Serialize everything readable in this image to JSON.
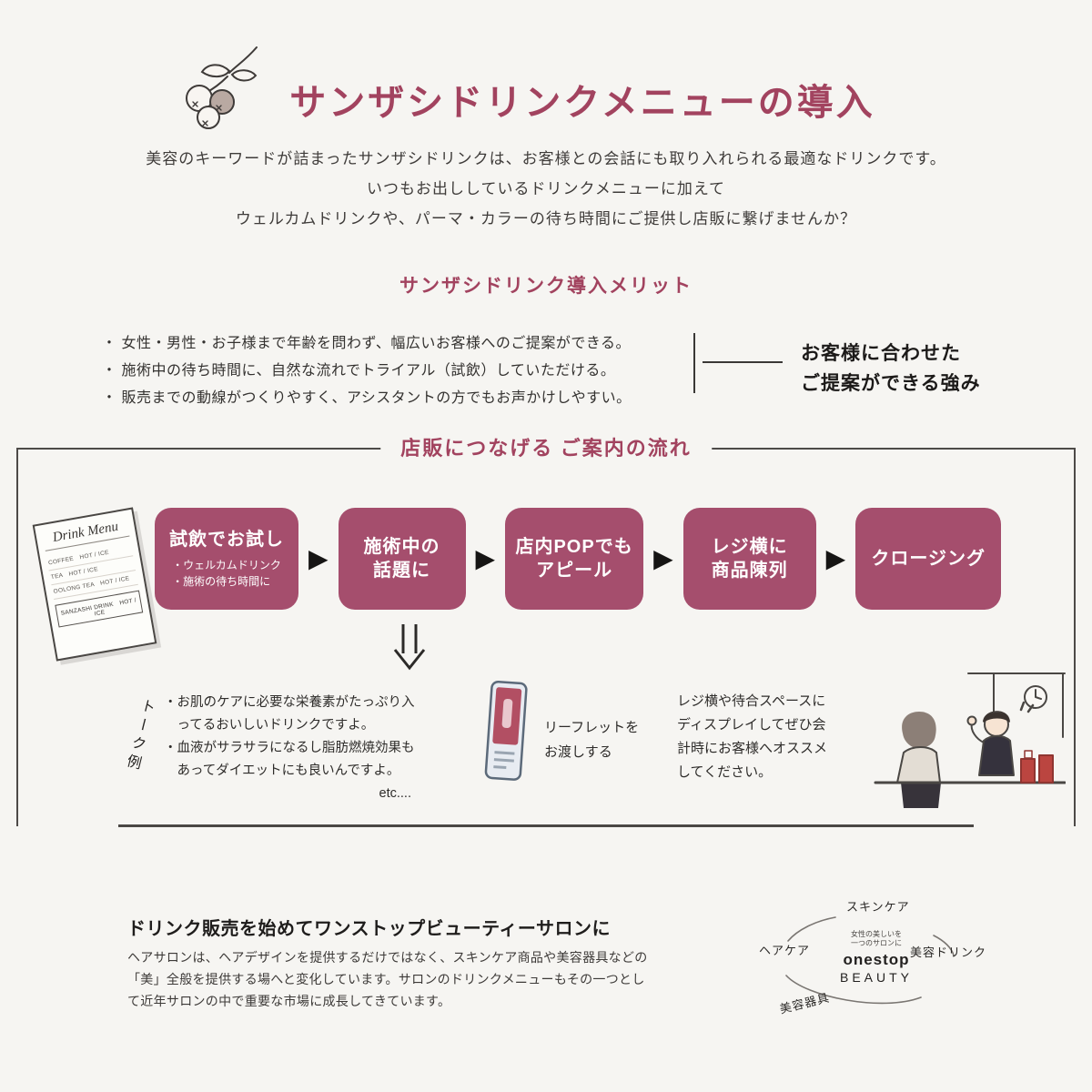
{
  "colors": {
    "bg": "#f6f5f2",
    "accent": "#a2435f",
    "box": "#a54e6d",
    "ink": "#33302e",
    "line": "#4d4a48"
  },
  "header": {
    "title": "サンザシドリンクメニューの導入",
    "intro_lines": [
      "美容のキーワードが詰まったサンザシドリンクは、お客様との会話にも取り入れられる最適なドリンクです。",
      "いつもお出ししているドリンクメニューに加えて",
      "ウェルカムドリンクや、パーマ・カラーの待ち時間にご提供し店販に繋げませんか？"
    ]
  },
  "merit": {
    "heading": "サンザシドリンク導入メリット",
    "bullets": [
      "・ 女性・男性・お子様まで年齢を問わず、幅広いお客様へのご提案ができる。",
      "・ 施術中の待ち時間に、自然な流れでトライアル（試飲）していただける。",
      "・ 販売までの動線がつくりやすく、アシスタントの方でもお声かけしやすい。"
    ],
    "strength_lines": [
      "お客様に合わせた",
      "ご提案ができる強み"
    ]
  },
  "flow": {
    "heading": "店販につなげる ご案内の流れ",
    "arrow_glyph": "▶",
    "menu_card": {
      "title": "Drink Menu",
      "items": [
        "COFFEE　HOT / ICE",
        "TEA　HOT / ICE",
        "OOLONG TEA　HOT / ICE"
      ],
      "highlight": "SANZASHI DRINK　HOT / ICE"
    },
    "steps": [
      {
        "line1": "試飲でお試し",
        "sub1": "・ウェルカムドリンク",
        "sub2": "・施術の待ち時間に"
      },
      {
        "line1": "施術中の",
        "line2": "話題に"
      },
      {
        "line1": "店内POPでも",
        "line2": "アピール"
      },
      {
        "line1": "レジ横に",
        "line2": "商品陳列"
      },
      {
        "line1": "クロージング"
      }
    ],
    "talk_label": "トーク例",
    "talk_lines": [
      "・お肌のケアに必要な栄養素がたっぷり入",
      "　ってるおいしいドリンクですよ。",
      "・血液がサラサラになるし脂肪燃焼効果も",
      "　あってダイエットにも良いんですよ。"
    ],
    "talk_etc": "etc....",
    "leaflet_lines": [
      "リーフレットを",
      "お渡しする"
    ],
    "display_lines": [
      "レジ横や待合スペースに",
      "ディスプレイしてぜひ会",
      "計時にお客様へオススメ",
      "してください。"
    ]
  },
  "bottom": {
    "heading": "ドリンク販売を始めてワンストップビューティーサロンに",
    "body_lines": [
      "ヘアサロンは、ヘアデザインを提供するだけではなく、スキンケア商品や美容器具などの",
      "「美」全般を提供する場へと変化しています。サロンのドリンクメニューもその一つとし",
      "て近年サロンの中で重要な市場に成長してきています。"
    ],
    "diagram": {
      "label_top": "スキンケア",
      "label_left": "ヘアケア",
      "label_right": "美容ドリンク",
      "label_bottom": "美容器具",
      "center_small_1": "女性の美しいを",
      "center_small_2": "一つのサロンに",
      "brand_1": "onestop",
      "brand_2": "BEAUTY"
    }
  }
}
